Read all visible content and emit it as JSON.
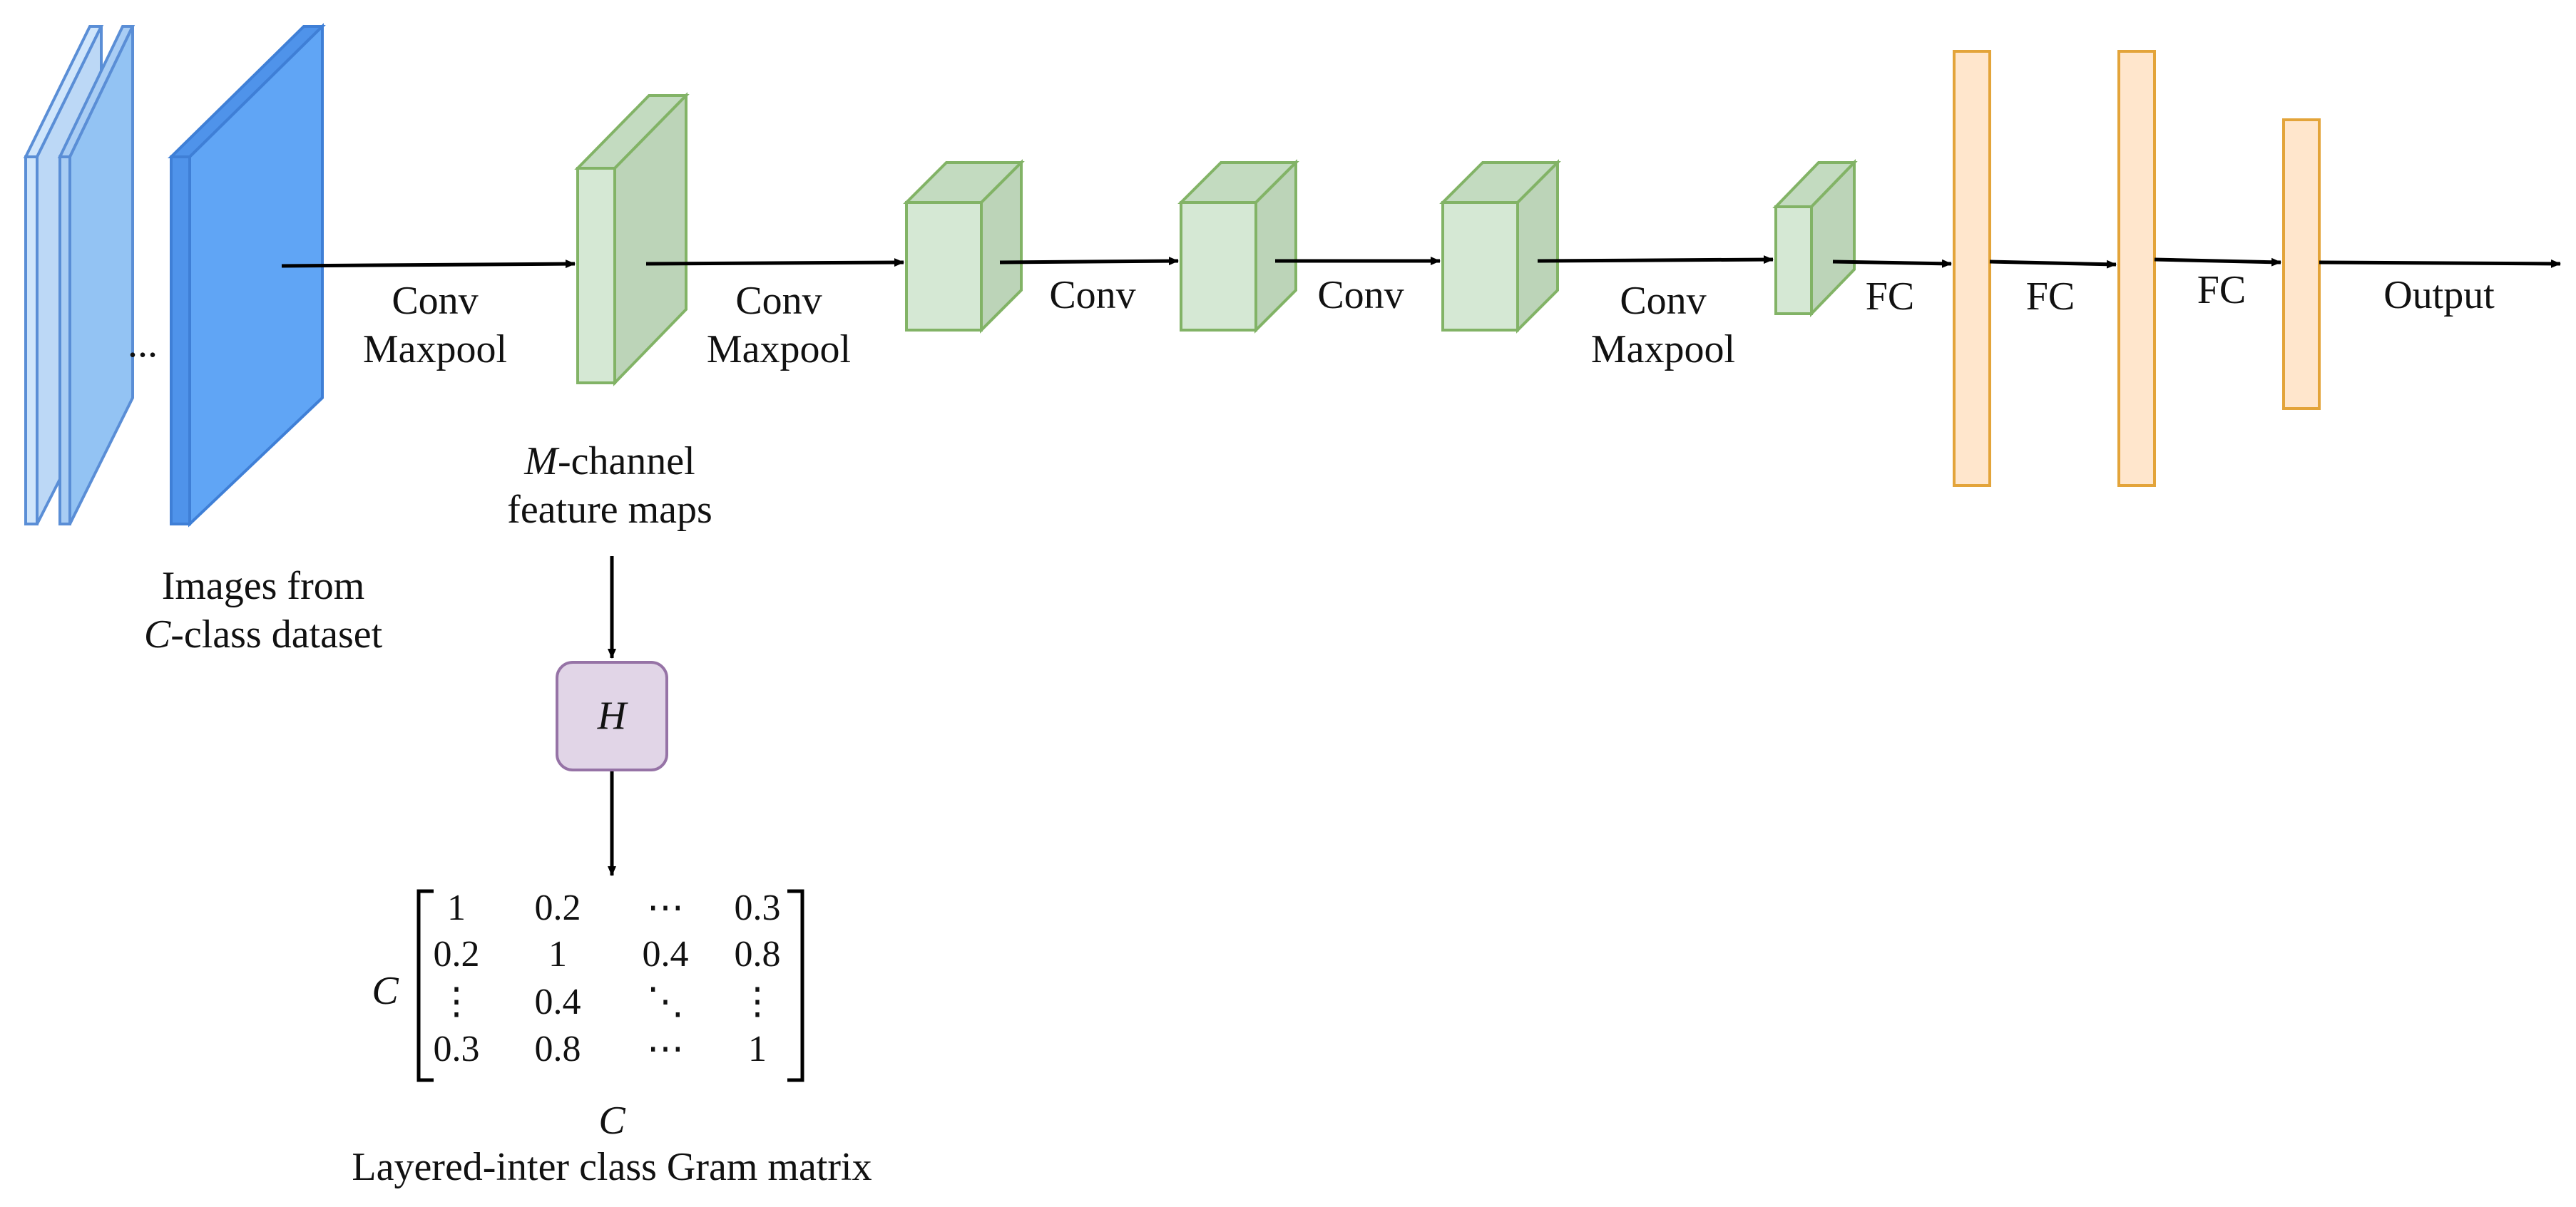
{
  "input_images": {
    "ellipsis": "...",
    "caption_line1": "Images from",
    "caption_line2_italic": "C",
    "caption_line2_rest": "-class dataset"
  },
  "layers": {
    "conv1_line1": "Conv",
    "conv1_line2": "Maxpool",
    "conv2_line1": "Conv",
    "conv2_line2": "Maxpool",
    "conv3": "Conv",
    "conv4": "Conv",
    "conv5_line1": "Conv",
    "conv5_line2": "Maxpool",
    "fc1": "FC",
    "fc2": "FC",
    "fc3": "FC",
    "output": "Output"
  },
  "feature_maps": {
    "caption_line1_italic": "M",
    "caption_line1_rest": "-channel",
    "caption_line2": "feature maps"
  },
  "h_box": {
    "label": "H"
  },
  "gram_matrix": {
    "row_label": "C",
    "column_label": "C",
    "rows": [
      [
        "1",
        "0.2",
        "⋯",
        "0.3"
      ],
      [
        "0.2",
        "1",
        "0.4",
        "0.8"
      ],
      [
        "⋮",
        "0.4",
        "⋱",
        "⋮"
      ],
      [
        "0.3",
        "0.8",
        "⋯",
        "1"
      ]
    ],
    "caption": "Layered-inter class Gram matrix"
  },
  "colors": {
    "input_light": "#cfe5fb",
    "input_mid": "#93c3f3",
    "input_dark": "#60a5f5",
    "input_stroke": "#5a8ed6",
    "conv_front": "#d5e8d4",
    "conv_side": "#b9d4b5",
    "conv_stroke": "#82b366",
    "fc_fill": "#ffe6cc",
    "fc_stroke": "#e3a43a",
    "h_fill": "#e1d5e7",
    "h_stroke": "#9673a6"
  }
}
